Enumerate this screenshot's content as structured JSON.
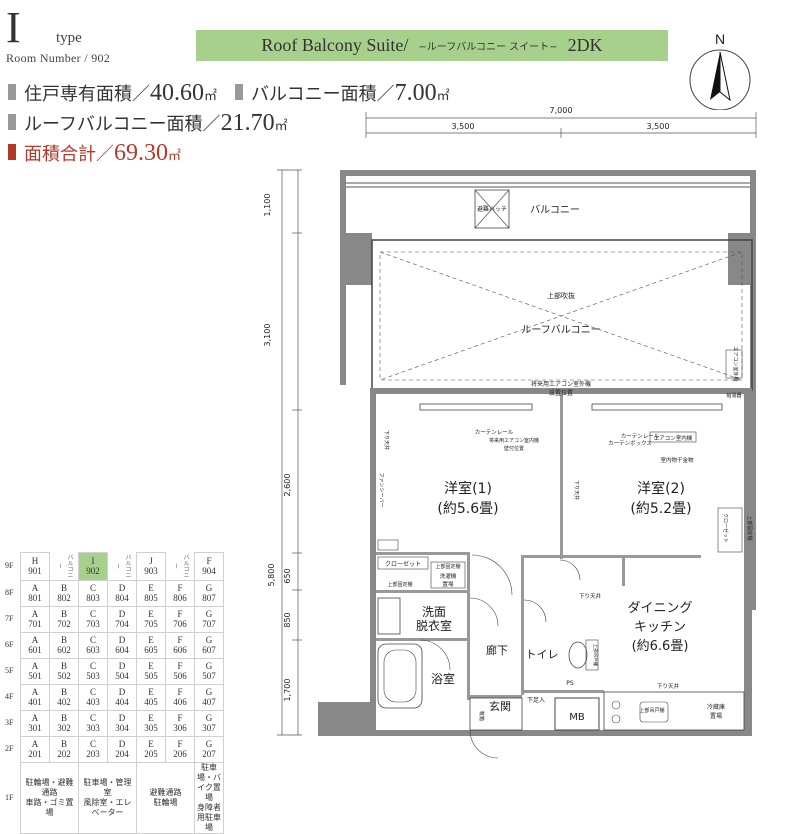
{
  "header": {
    "type_letter": "I",
    "type_word": "type",
    "room_number": "Room Number / 902",
    "title_en": "Roof Balcony Suite/",
    "title_jp": "−ルーフバルコニー スイート−",
    "layout": "2DK"
  },
  "areas": {
    "private": {
      "label": "住戸専有面積／",
      "value": "40.60",
      "unit": "㎡"
    },
    "balcony": {
      "label": "バルコニー面積／",
      "value": "7.00",
      "unit": "㎡"
    },
    "roof_balcony": {
      "label": "ルーフバルコニー面積／",
      "value": "21.70",
      "unit": "㎡"
    },
    "total": {
      "label": "面積合計／",
      "value": "69.30",
      "unit": "㎡"
    }
  },
  "compass_label": "N",
  "dimensions": {
    "top_total": "7,000",
    "top_left": "3,500",
    "top_right": "3,500",
    "left_balcony": "1,100",
    "left_roof": "3,100",
    "left_rooms": "2,600",
    "left_mid": "650",
    "left_mid2": "850",
    "left_bottom": "1,700",
    "left_total": "5,800"
  },
  "plan_labels": {
    "balcony": "バルコニー",
    "hatch": "避難ハッチ",
    "roof_balcony": "ルーフバルコニー",
    "open_above": "上部吹抜",
    "ac_outdoor_future": "将来用エアコン室外機",
    "ac_outdoor_future2": "設置位置",
    "ac_outdoor": "エアコン室外機",
    "drain": "給湯器",
    "curtain_rail_1": "カーテンレール",
    "ac_indoor_future": "将来用エアコン室内機",
    "ac_indoor_future2": "壁付位置",
    "room1_name": "洋室(1)",
    "room1_size": "(約5.6畳)",
    "room2_name": "洋室(2)",
    "room2_size": "(約5.2畳)",
    "curtain_rail_2": "カーテンレール",
    "curtain_box": "カーテンボックス",
    "ac_indoor": "エアコン室内機",
    "hanger": "室内物干金物",
    "ceiling_drop_1": "下り天井",
    "fan": "ファンシーバー",
    "ceiling_drop_2": "下り天井",
    "closet_r2": "クローゼット",
    "upper_shelf_r2": "上部固定棚",
    "closet": "クローゼット",
    "upper_shelf_1": "上部固定棚",
    "upper_shelf_2": "上部固定棚",
    "washer": "洗濯機",
    "washer2": "置場",
    "wash_room": "洗面",
    "wash_room2": "脱衣室",
    "bath": "浴室",
    "hall": "廊下",
    "toilet": "トイレ",
    "upper_shelf_toilet": "上部吊戸棚",
    "ceiling_drop_3": "下り天井",
    "ceiling_drop_4": "下り天井",
    "dk_name": "ダイニング",
    "dk_name2": "キッチン",
    "dk_size": "(約6.6畳)",
    "entrance": "玄関",
    "shoe": "下足入",
    "shoe2": "靴箱",
    "ps": "PS",
    "mb": "MB",
    "upper_cabinet": "上部吊戸棚",
    "fridge": "冷蔵庫",
    "fridge2": "置場"
  },
  "floor_table": {
    "floors": [
      {
        "floor": "9F",
        "cells": [
          {
            "a": "H",
            "b": "901"
          },
          {
            "a": "バルコニー",
            "b": "",
            "bal": true
          },
          {
            "a": "I",
            "b": "902",
            "current": true
          },
          {
            "a": "バルコニー",
            "b": "",
            "bal": true
          },
          {
            "a": "J",
            "b": "903"
          },
          {
            "a": "バルコニー",
            "b": "",
            "bal": true
          },
          {
            "a": "F",
            "b": "904"
          }
        ]
      },
      {
        "floor": "8F",
        "cells": [
          {
            "a": "A",
            "b": "801"
          },
          {
            "a": "B",
            "b": "802"
          },
          {
            "a": "C",
            "b": "803"
          },
          {
            "a": "D",
            "b": "804"
          },
          {
            "a": "E",
            "b": "805"
          },
          {
            "a": "F",
            "b": "806"
          },
          {
            "a": "G",
            "b": "807"
          }
        ]
      },
      {
        "floor": "7F",
        "cells": [
          {
            "a": "A",
            "b": "701"
          },
          {
            "a": "B",
            "b": "702"
          },
          {
            "a": "C",
            "b": "703"
          },
          {
            "a": "D",
            "b": "704"
          },
          {
            "a": "E",
            "b": "705"
          },
          {
            "a": "F",
            "b": "706"
          },
          {
            "a": "G",
            "b": "707"
          }
        ]
      },
      {
        "floor": "6F",
        "cells": [
          {
            "a": "A",
            "b": "601"
          },
          {
            "a": "B",
            "b": "602"
          },
          {
            "a": "C",
            "b": "603"
          },
          {
            "a": "D",
            "b": "604"
          },
          {
            "a": "E",
            "b": "605"
          },
          {
            "a": "F",
            "b": "606"
          },
          {
            "a": "G",
            "b": "607"
          }
        ]
      },
      {
        "floor": "5F",
        "cells": [
          {
            "a": "A",
            "b": "501"
          },
          {
            "a": "B",
            "b": "502"
          },
          {
            "a": "C",
            "b": "503"
          },
          {
            "a": "D",
            "b": "504"
          },
          {
            "a": "E",
            "b": "505"
          },
          {
            "a": "F",
            "b": "506"
          },
          {
            "a": "G",
            "b": "507"
          }
        ]
      },
      {
        "floor": "4F",
        "cells": [
          {
            "a": "A",
            "b": "401"
          },
          {
            "a": "B",
            "b": "402"
          },
          {
            "a": "C",
            "b": "403"
          },
          {
            "a": "D",
            "b": "404"
          },
          {
            "a": "E",
            "b": "405"
          },
          {
            "a": "F",
            "b": "406"
          },
          {
            "a": "G",
            "b": "407"
          }
        ]
      },
      {
        "floor": "3F",
        "cells": [
          {
            "a": "A",
            "b": "301"
          },
          {
            "a": "B",
            "b": "302"
          },
          {
            "a": "C",
            "b": "303"
          },
          {
            "a": "D",
            "b": "304"
          },
          {
            "a": "E",
            "b": "305"
          },
          {
            "a": "F",
            "b": "306"
          },
          {
            "a": "G",
            "b": "307"
          }
        ]
      },
      {
        "floor": "2F",
        "cells": [
          {
            "a": "A",
            "b": "201"
          },
          {
            "a": "B",
            "b": "202"
          },
          {
            "a": "C",
            "b": "203"
          },
          {
            "a": "D",
            "b": "204"
          },
          {
            "a": "E",
            "b": "205"
          },
          {
            "a": "F",
            "b": "206"
          },
          {
            "a": "G",
            "b": "207"
          }
        ]
      }
    ],
    "first_floor": {
      "floor": "1F",
      "cells": [
        {
          "a": "駐輪場・避難通路",
          "b": "車路・ゴミ置場"
        },
        {
          "a": "駐車場・管理室",
          "b": "風除室・エレベーター"
        },
        {
          "a": "避難通路",
          "b": "駐輪場"
        },
        {
          "a": "駐車場・バイク置場",
          "b": "身障者用駐車場"
        }
      ]
    }
  },
  "colors": {
    "accent_green": "#a8d08d",
    "total_red": "#b23a2a"
  }
}
